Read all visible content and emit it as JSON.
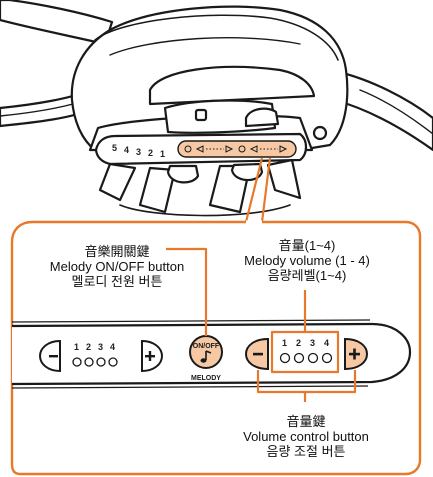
{
  "device": {
    "top_level_numbers": [
      "5",
      "4",
      "3",
      "2",
      "1"
    ]
  },
  "panel": {
    "left_numbers": [
      "1",
      "2",
      "3",
      "4"
    ],
    "right_numbers": [
      "1",
      "2",
      "3",
      "4"
    ],
    "onoff_text": "ON/OFF",
    "melody_text": "MELODY",
    "minus_glyph": "−",
    "plus_glyph": "+"
  },
  "labels": {
    "melody_button": {
      "line1": "音樂開關鍵",
      "line2": "Melody ON/OFF button",
      "line3": "멜로디 전원 버튼"
    },
    "volume_level": {
      "line1": "音量(1~4)",
      "line2": "Melody volume (1 - 4)",
      "line3": "음량레벨(1~4)"
    },
    "volume_button": {
      "line1": "音量鍵",
      "line2": "Volume control button",
      "line3": "음량 조절 버튼"
    }
  },
  "colors": {
    "accent_orange": "#e8782a",
    "button_fill": "#f6c9a4",
    "outline": "#1a1a1a"
  }
}
